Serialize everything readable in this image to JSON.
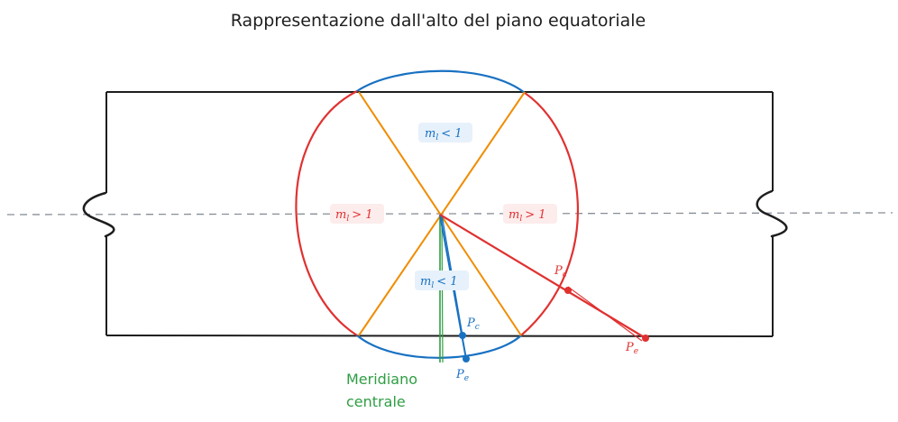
{
  "title": "Rappresentazione dall'alto del piano equatoriale",
  "labels": {
    "ml_top": {
      "m": "m",
      "sub": "l",
      "rel": "< 1"
    },
    "ml_bottom": {
      "m": "m",
      "sub": "l",
      "rel": "< 1"
    },
    "ml_left": {
      "m": "m",
      "sub": "l",
      "rel": "> 1"
    },
    "ml_right": {
      "m": "m",
      "sub": "l",
      "rel": "> 1"
    },
    "pc_red": {
      "p": "P",
      "sub": "c"
    },
    "pe_red": {
      "p": "P",
      "sub": "e"
    },
    "pc_blue": {
      "p": "P",
      "sub": "c"
    },
    "pe_blue": {
      "p": "P",
      "sub": "e"
    },
    "meridian_line1": "Meridiano",
    "meridian_line2": "centrale"
  },
  "colors": {
    "outline": "#1e1e1e",
    "red": "#e03131",
    "blue": "#1971c2",
    "orange": "#f08c00",
    "green": "#2f9e44",
    "dashed": "#868e96"
  }
}
